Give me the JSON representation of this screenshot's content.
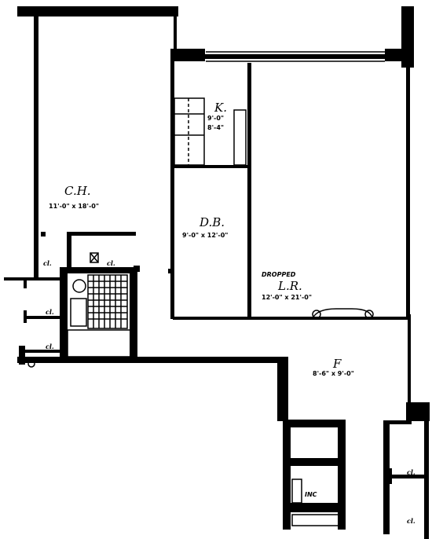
{
  "rooms": {
    "ch": {
      "name": "C.H.",
      "dims": "11'-0\" x 18'-0\""
    },
    "k": {
      "name": "K.",
      "dims_line1": "9'-0\"",
      "dims_line2": "8'-4\""
    },
    "db": {
      "name": "D.B.",
      "dims": "9'-0\" x 12'-0\""
    },
    "lr": {
      "prefix": "DROPPED",
      "name": "L.R.",
      "dims": "12'-0\" x 21'-0\""
    },
    "f": {
      "name": "F",
      "dims": "8'-6\" x 9'-0\""
    }
  },
  "labels": {
    "closet": "cl.",
    "incinerator": "INC"
  }
}
